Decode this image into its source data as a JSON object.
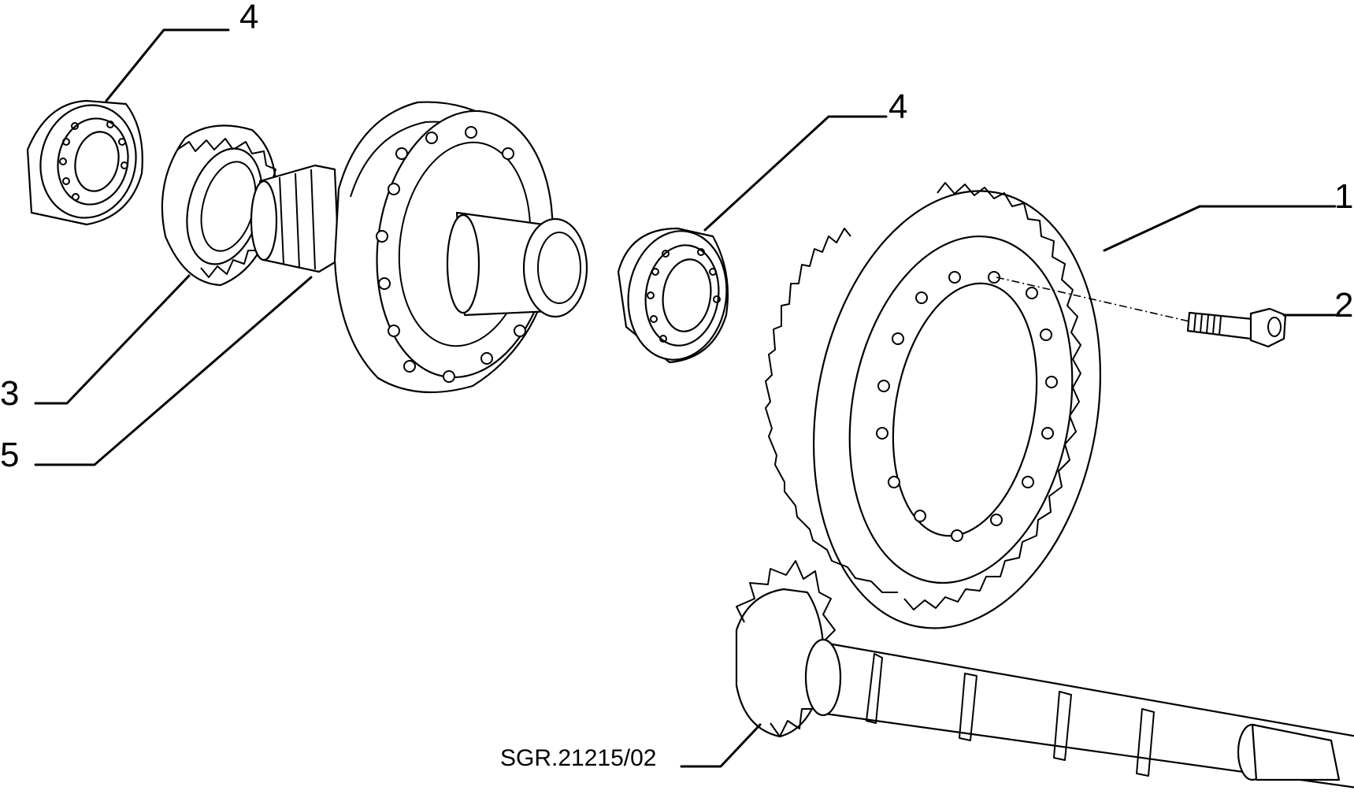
{
  "callouts": [
    {
      "id": "c4a",
      "label": "4"
    },
    {
      "id": "c4b",
      "label": "4"
    },
    {
      "id": "c1",
      "label": "1"
    },
    {
      "id": "c2",
      "label": "2"
    },
    {
      "id": "c3",
      "label": "3"
    },
    {
      "id": "c5",
      "label": "5"
    }
  ],
  "drawing_code": "SGR.21215/02"
}
